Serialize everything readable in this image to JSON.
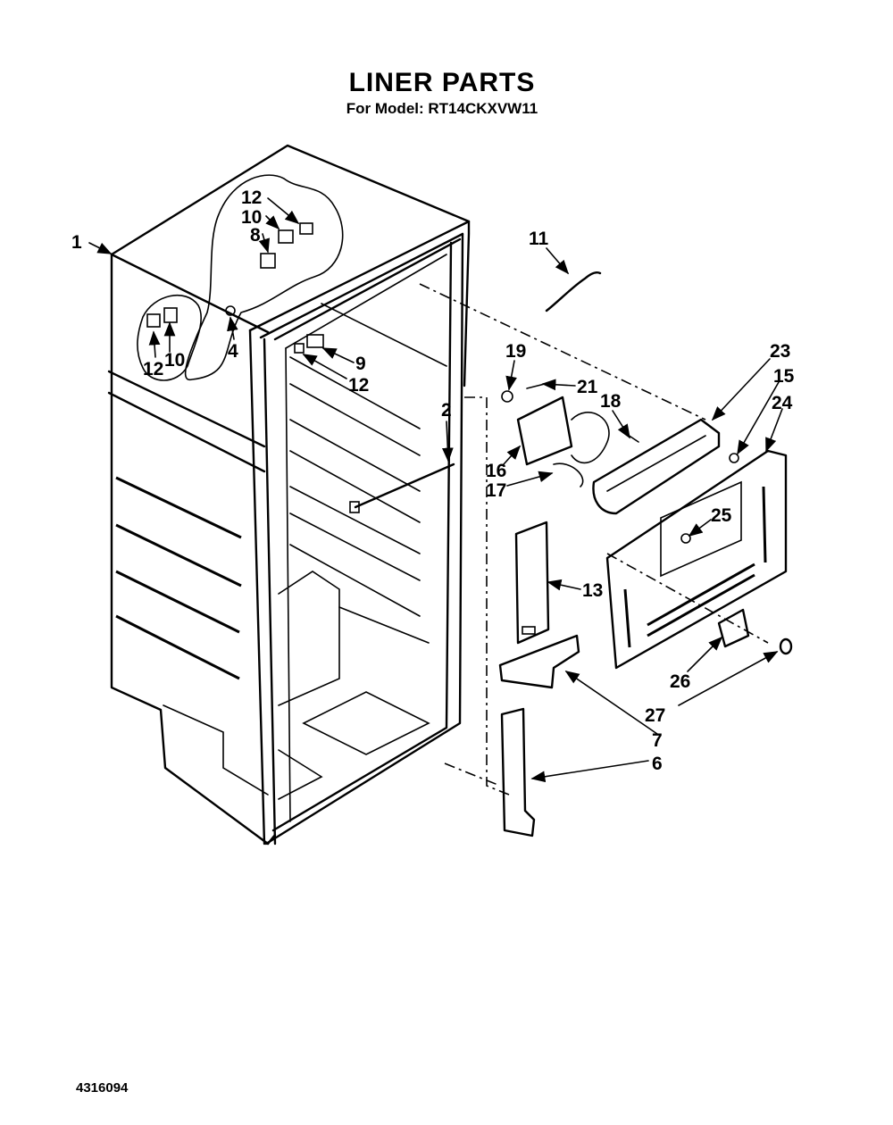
{
  "title": "LINER PARTS",
  "subtitle": "For Model: RT14CKXVW11",
  "document_number": "4316094",
  "callouts": [
    "1",
    "12",
    "10",
    "8",
    "4",
    "12",
    "10",
    "9",
    "12",
    "2",
    "11",
    "19",
    "21",
    "18",
    "16",
    "17",
    "23",
    "15",
    "24",
    "25",
    "13",
    "26",
    "27",
    "7",
    "6"
  ]
}
